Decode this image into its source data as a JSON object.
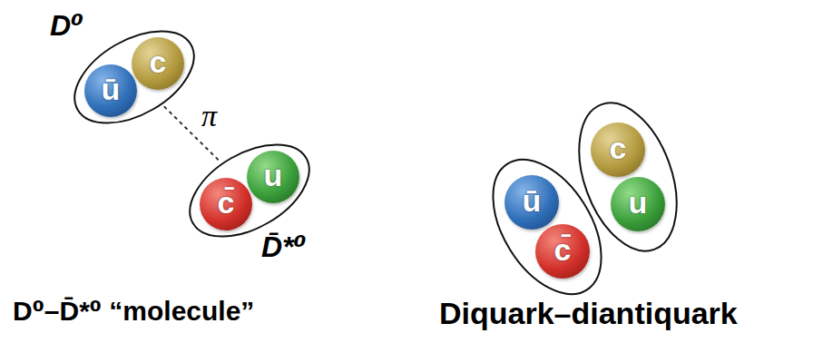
{
  "diagram": {
    "nodes": [
      {
        "text": [
          "D⁰"
        ]
      },
      {
        "text": [
          "ū"
        ],
        "in": 0
      },
      {
        "text": [
          "c"
        ],
        "in": 0
      },
      {
        "text": [
          "D̄*⁰"
        ]
      },
      {
        "text": [
          "c̄"
        ],
        "in": 3
      },
      {
        "text": [
          "u"
        ],
        "in": 3
      },
      {
        "text": []
      },
      {
        "text": []
      },
      {
        "text": [
          "ū"
        ],
        "in": 6
      },
      {
        "text": [
          "c̄"
        ],
        "in": 6
      },
      {
        "text": [
          "c"
        ],
        "in": 7
      },
      {
        "text": [
          "u"
        ],
        "in": 7
      }
    ],
    "edges": [
      {
        "from": 0,
        "to": 3,
        "label": "π",
        "arrow": "none"
      }
    ],
    "labels": [
      "D⁰–D̄*⁰ “molecule”",
      "Diquark–diantiquark"
    ]
  }
}
